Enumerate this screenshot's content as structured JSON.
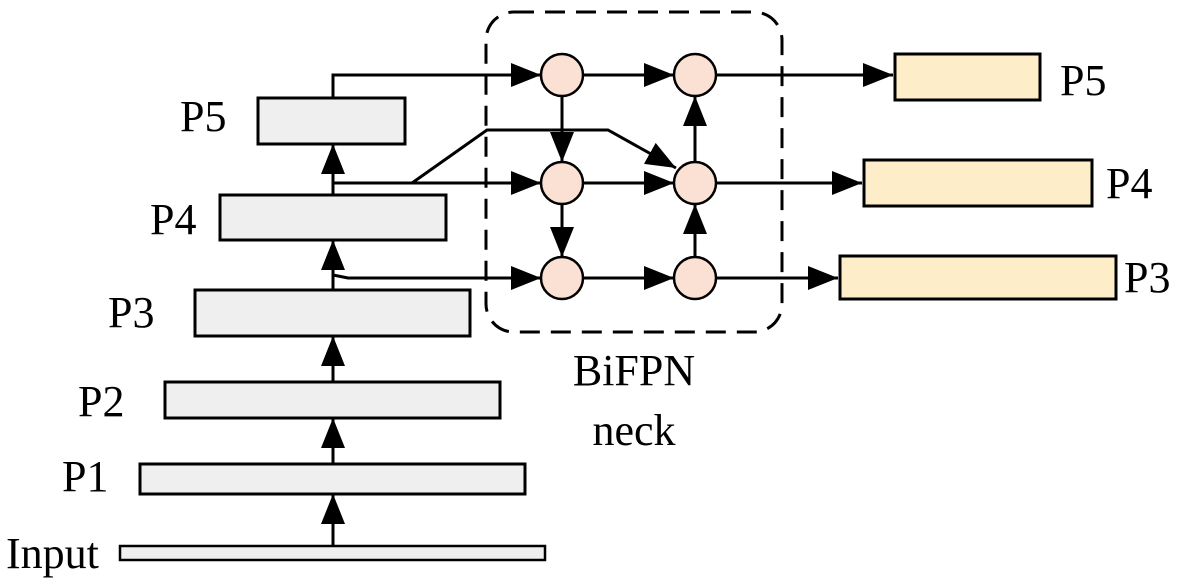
{
  "backbone": {
    "input_label": "Input",
    "levels": [
      {
        "id": "p1",
        "label": "P1"
      },
      {
        "id": "p2",
        "label": "P2"
      },
      {
        "id": "p3",
        "label": "P3"
      },
      {
        "id": "p4",
        "label": "P4"
      },
      {
        "id": "p5",
        "label": "P5"
      }
    ]
  },
  "neck": {
    "label_line1": "BiFPN",
    "label_line2": "neck",
    "nodes": [
      {
        "id": "n5a",
        "level": "P5",
        "column": 1
      },
      {
        "id": "n5b",
        "level": "P5",
        "column": 2
      },
      {
        "id": "n4a",
        "level": "P4",
        "column": 1
      },
      {
        "id": "n4b",
        "level": "P4",
        "column": 2
      },
      {
        "id": "n3a",
        "level": "P3",
        "column": 1
      },
      {
        "id": "n3b",
        "level": "P3",
        "column": 2
      }
    ]
  },
  "outputs": [
    {
      "id": "out-p5",
      "label": "P5"
    },
    {
      "id": "out-p4",
      "label": "P4"
    },
    {
      "id": "out-p3",
      "label": "P3"
    }
  ],
  "colors": {
    "backbone_fill": "#efefef",
    "node_fill": "#fbe1d3",
    "output_fill": "#fdeec9",
    "stroke": "#000000"
  }
}
